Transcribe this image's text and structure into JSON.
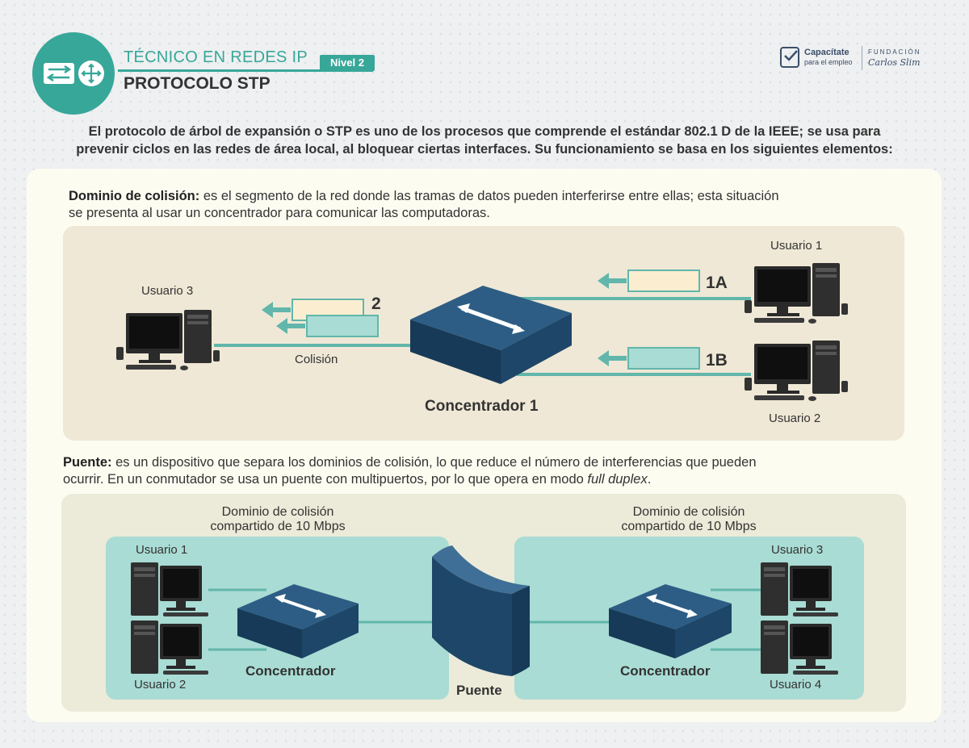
{
  "header": {
    "title": "TÉCNICO EN REDES IP",
    "subtitle": "PROTOCOLO STP",
    "level": "Nivel 2"
  },
  "logo": {
    "name": "Capacítate",
    "tagline": "para el empleo",
    "foundation": "FUNDACIÓN",
    "foundation_name": "Carlos Slim"
  },
  "intro": {
    "line1": "El protocolo de árbol de expansión o STP es uno de los procesos que comprende el estándar 802.1 D de la IEEE; se usa para",
    "line2": "prevenir ciclos en las redes de área local, al bloquear ciertas interfaces. Su funcionamiento se basa en los siguientes elementos:"
  },
  "section1": {
    "term": "Dominio de colisión:",
    "line1": " es el segmento de la red donde las tramas de datos pueden interferirse entre ellas; esta situación",
    "line2": "se presenta al usar un concentrador para comunicar las computadoras.",
    "diagram": {
      "user1": "Usuario 1",
      "user2": "Usuario 2",
      "user3": "Usuario 3",
      "frame_1a": "1A",
      "frame_1b": "1B",
      "frame_2": "2",
      "collision": "Colisión",
      "hub": "Concentrador 1"
    }
  },
  "section2": {
    "term": "Puente:",
    "line1": " es un dispositivo que separa los dominios de colisión, lo que reduce el número de interferencias que pueden",
    "line2a": "ocurrir. En un conmutador se usa un puente con multipuertos, por lo que opera en modo ",
    "line2b": "full duplex",
    "line2c": ".",
    "diagram": {
      "domain_left_l1": "Dominio de colisión",
      "domain_left_l2": "compartido de 10 Mbps",
      "domain_right_l1": "Dominio de colisión",
      "domain_right_l2": "compartido de 10 Mbps",
      "user1": "Usuario 1",
      "user2": "Usuario 2",
      "user3": "Usuario 3",
      "user4": "Usuario 4",
      "hub_left": "Concentrador",
      "hub_right": "Concentrador",
      "bridge": "Puente"
    }
  },
  "colors": {
    "accent": "#37a799",
    "device": "#1e4668",
    "frame_light": "#fbeed0",
    "frame_teal": "#a9dcd4",
    "link": "#62b6ab"
  }
}
